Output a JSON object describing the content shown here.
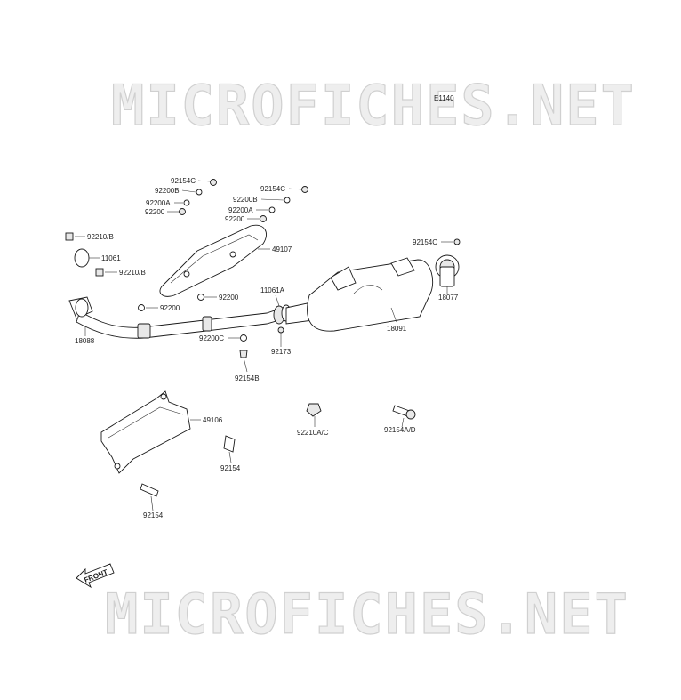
{
  "diagram": {
    "code": "E1140",
    "watermark": "MICROFICHES.NET",
    "front_label": "FRONT",
    "labels": [
      {
        "id": "l1",
        "text": "92154C"
      },
      {
        "id": "l2",
        "text": "92200B"
      },
      {
        "id": "l3",
        "text": "92200A"
      },
      {
        "id": "l4",
        "text": "92200"
      },
      {
        "id": "l5",
        "text": "92154C"
      },
      {
        "id": "l6",
        "text": "92200B"
      },
      {
        "id": "l7",
        "text": "92200A"
      },
      {
        "id": "l8",
        "text": "92200"
      },
      {
        "id": "l9",
        "text": "92210/B"
      },
      {
        "id": "l10",
        "text": "11061"
      },
      {
        "id": "l11",
        "text": "92210/B"
      },
      {
        "id": "l12",
        "text": "49107"
      },
      {
        "id": "l13",
        "text": "92154C"
      },
      {
        "id": "l14",
        "text": "18077"
      },
      {
        "id": "l15",
        "text": "92200"
      },
      {
        "id": "l16",
        "text": "11061A"
      },
      {
        "id": "l17",
        "text": "92200"
      },
      {
        "id": "l18",
        "text": "18091"
      },
      {
        "id": "l19",
        "text": "18088"
      },
      {
        "id": "l20",
        "text": "92200C"
      },
      {
        "id": "l21",
        "text": "92173"
      },
      {
        "id": "l22",
        "text": "92154B"
      },
      {
        "id": "l23",
        "text": "49106"
      },
      {
        "id": "l24",
        "text": "92210A/C"
      },
      {
        "id": "l25",
        "text": "92154A/D"
      },
      {
        "id": "l26",
        "text": "92154"
      },
      {
        "id": "l27",
        "text": "92154"
      }
    ]
  }
}
